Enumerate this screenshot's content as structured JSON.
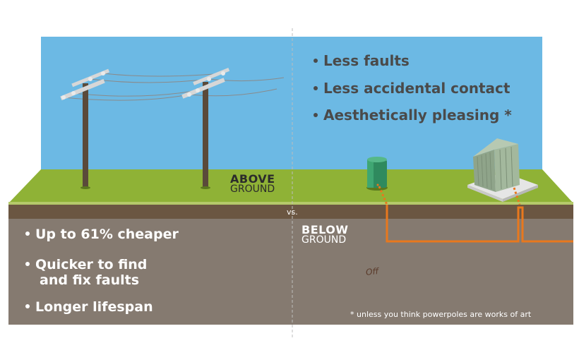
{
  "colors": {
    "sky": "#6cb9e4",
    "grass": "#8fb236",
    "topsoil": "#6b5642",
    "ground": "#857a70",
    "cable": "#e8781e",
    "pole": "#5a4a3a",
    "text_dark": "#4a4a4a"
  },
  "above_benefits": [
    "Less faults",
    "Less accidental contact",
    "Aesthetically pleasing *"
  ],
  "below_benefits": {
    "item1_prefix": "Up to ",
    "item1_value": "61%",
    "item1_suffix": " cheaper",
    "item2_line1": "Quicker to find",
    "item2_line2": "and fix faults",
    "item3": "Longer lifespan"
  },
  "labels": {
    "above_line1": "ABOVE",
    "above_line2": "GROUND",
    "vs": "vs.",
    "below_line1": "BELOW",
    "below_line2": "GROUND",
    "sign": "Off"
  },
  "footnote": "* unless you think powerpoles are works of art"
}
